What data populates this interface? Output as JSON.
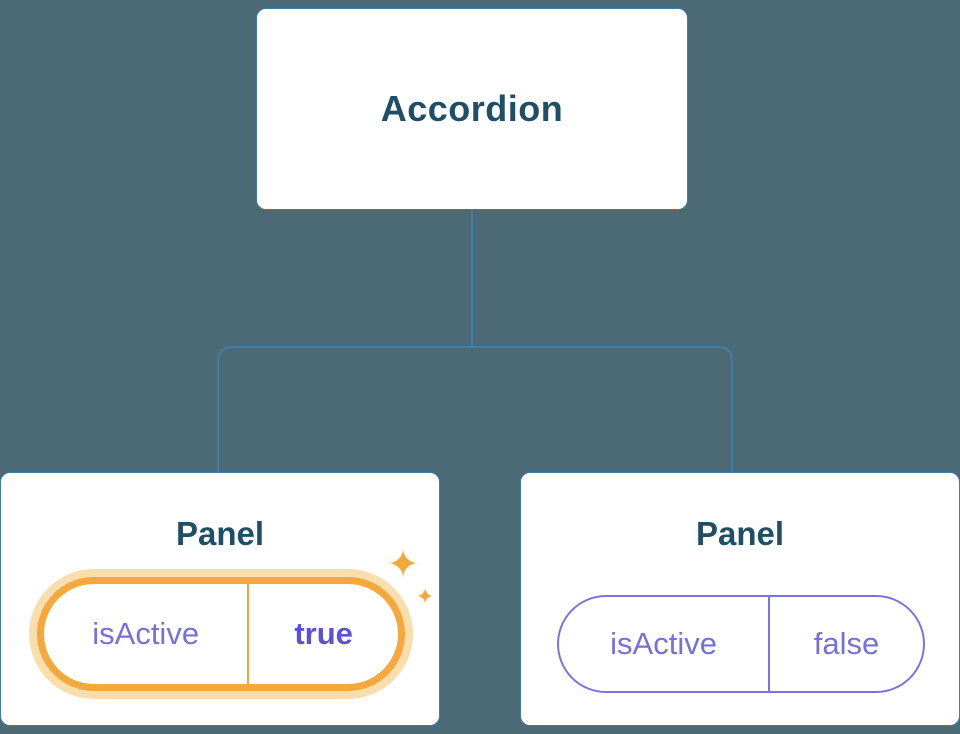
{
  "diagram": {
    "root": {
      "label": "Accordion"
    },
    "panels": [
      {
        "label": "Panel",
        "state_key": "isActive",
        "state_value": "true",
        "highlighted": true
      },
      {
        "label": "Panel",
        "state_key": "isActive",
        "state_value": "false",
        "highlighted": false
      }
    ]
  },
  "icons": {
    "sparkle": "✦"
  },
  "colors": {
    "background": "#4C6A75",
    "connector": "#3D7FA8",
    "node_text": "#1F4E67",
    "state_text": "#7670DA",
    "state_value_active": "#5B51D6",
    "highlight_border": "#F5A83B",
    "highlight_glow": "#F8CD82",
    "inactive_border": "#7B74E0",
    "sparkle": "#F2A93C"
  }
}
